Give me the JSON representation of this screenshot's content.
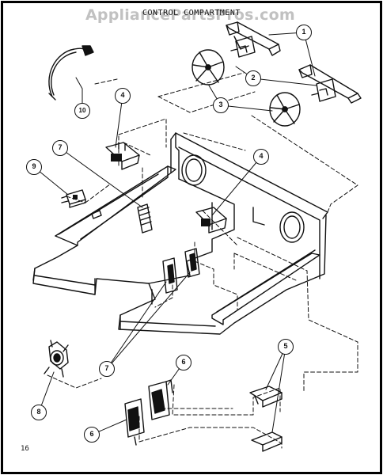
{
  "watermark": "AppliancePartsPros.com",
  "title": "CONTROL COMPARTMENT",
  "page_number": "16",
  "callouts": [
    "1",
    "2",
    "3",
    "4",
    "4",
    "5",
    "6",
    "6",
    "7",
    "7",
    "8",
    "9",
    "10"
  ]
}
